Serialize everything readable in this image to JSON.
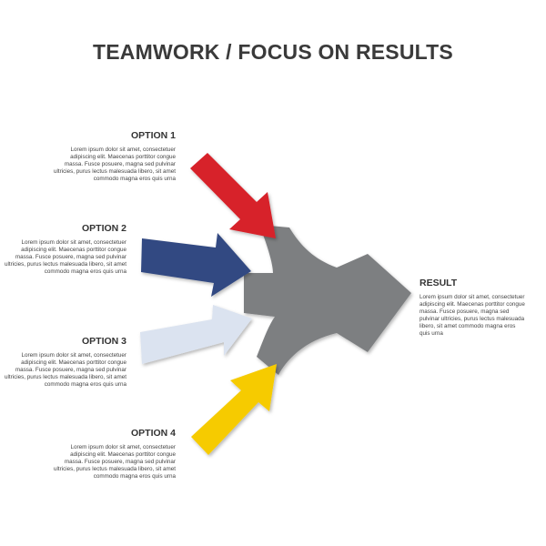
{
  "title": "TEAMWORK / FOCUS ON RESULTS",
  "options": [
    {
      "label": "OPTION 1",
      "text": "Lorem ipsum dolor sit amet, consectetuer adipiscing elit. Maecenas porttitor congue massa. Fusce posuere, magna sed pulvinar ultricies, purus lectus malesuada libero, sit amet commodo magna eros quis urna",
      "color": "#d7202a"
    },
    {
      "label": "OPTION 2",
      "text": "Lorem ipsum dolor sit amet, consectetuer adipiscing elit. Maecenas porttitor congue massa. Fusce posuere, magna sed pulvinar ultricies, purus lectus malesuada libero, sit amet commodo magna eros quis urna",
      "color": "#334a82"
    },
    {
      "label": "OPTION 3",
      "text": "Lorem ipsum dolor sit amet, consectetuer adipiscing elit. Maecenas porttitor congue massa. Fusce posuere, magna sed pulvinar ultricies, purus lectus malesuada libero, sit amet commodo magna eros quis urna",
      "color": "#dbe3f0"
    },
    {
      "label": "OPTION 4",
      "text": "Lorem ipsum dolor sit amet, consectetuer adipiscing elit. Maecenas porttitor congue massa. Fusce posuere, magna sed pulvinar ultricies, purus lectus malesuada libero, sit amet commodo magna eros quis urna",
      "color": "#f6cb00"
    }
  ],
  "result": {
    "label": "RESULT",
    "text": "Lorem ipsum dolor sit amet, consectetuer adipiscing elit. Maecenas porttitor congue massa. Fusce posuere, magna sed pulvinar ultricies, purus lectus malesuada libero, sit amet commodo magna eros quis urna",
    "color": "#7d7f81"
  }
}
